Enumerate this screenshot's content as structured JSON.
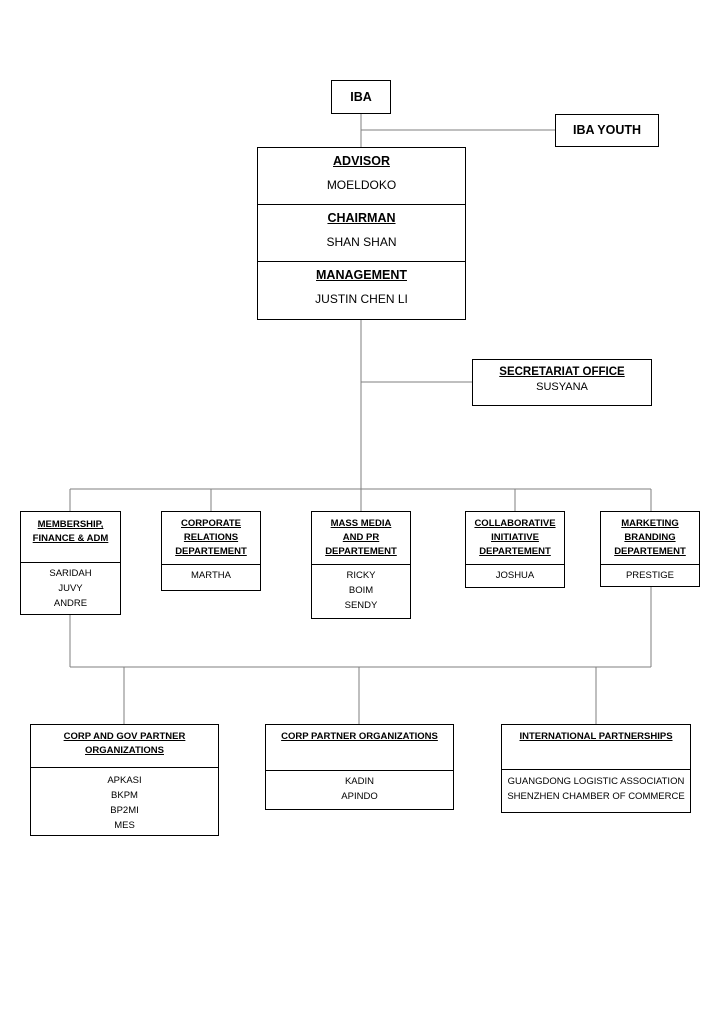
{
  "top": {
    "iba": "IBA",
    "iba_youth": "IBA YOUTH"
  },
  "leadership": [
    {
      "title": "ADVISOR",
      "name": "MOELDOKO"
    },
    {
      "title": "CHAIRMAN",
      "name": "SHAN SHAN"
    },
    {
      "title": "MANAGEMENT",
      "name": "JUSTIN CHEN LI"
    }
  ],
  "secretariat": {
    "title": "SECRETARIAT OFFICE",
    "name": "SUSYANA"
  },
  "departments": [
    {
      "title_lines": [
        "MEMBERSHIP,",
        "FINANCE & ADM"
      ],
      "members": [
        "SARIDAH",
        "JUVY",
        "ANDRE"
      ]
    },
    {
      "title_lines": [
        "CORPORATE",
        "RELATIONS",
        "DEPARTEMENT"
      ],
      "members": [
        "MARTHA"
      ]
    },
    {
      "title_lines": [
        "MASS MEDIA",
        "AND PR",
        "DEPARTEMENT"
      ],
      "members": [
        "RICKY",
        "BOIM",
        "SENDY"
      ]
    },
    {
      "title_lines": [
        "COLLABORATIVE",
        "INITIATIVE",
        "DEPARTEMENT"
      ],
      "members": [
        "JOSHUA"
      ]
    },
    {
      "title_lines": [
        "MARKETING",
        "BRANDING",
        "DEPARTEMENT"
      ],
      "members": [
        "PRESTIGE"
      ]
    }
  ],
  "partners": [
    {
      "title_lines": [
        "CORP AND GOV PARTNER",
        "ORGANIZATIONS"
      ],
      "members": [
        "APKASI",
        "BKPM",
        "BP2MI",
        "MES"
      ]
    },
    {
      "title_lines": [
        "CORP PARTNER ORGANIZATIONS"
      ],
      "members": [
        "KADIN",
        "APINDO"
      ]
    },
    {
      "title_lines": [
        "INTERNATIONAL PARTNERSHIPS"
      ],
      "members": [
        "GUANGDONG LOGISTIC ASSOCIATION",
        "SHENZHEN CHAMBER OF COMMERCE"
      ]
    }
  ]
}
